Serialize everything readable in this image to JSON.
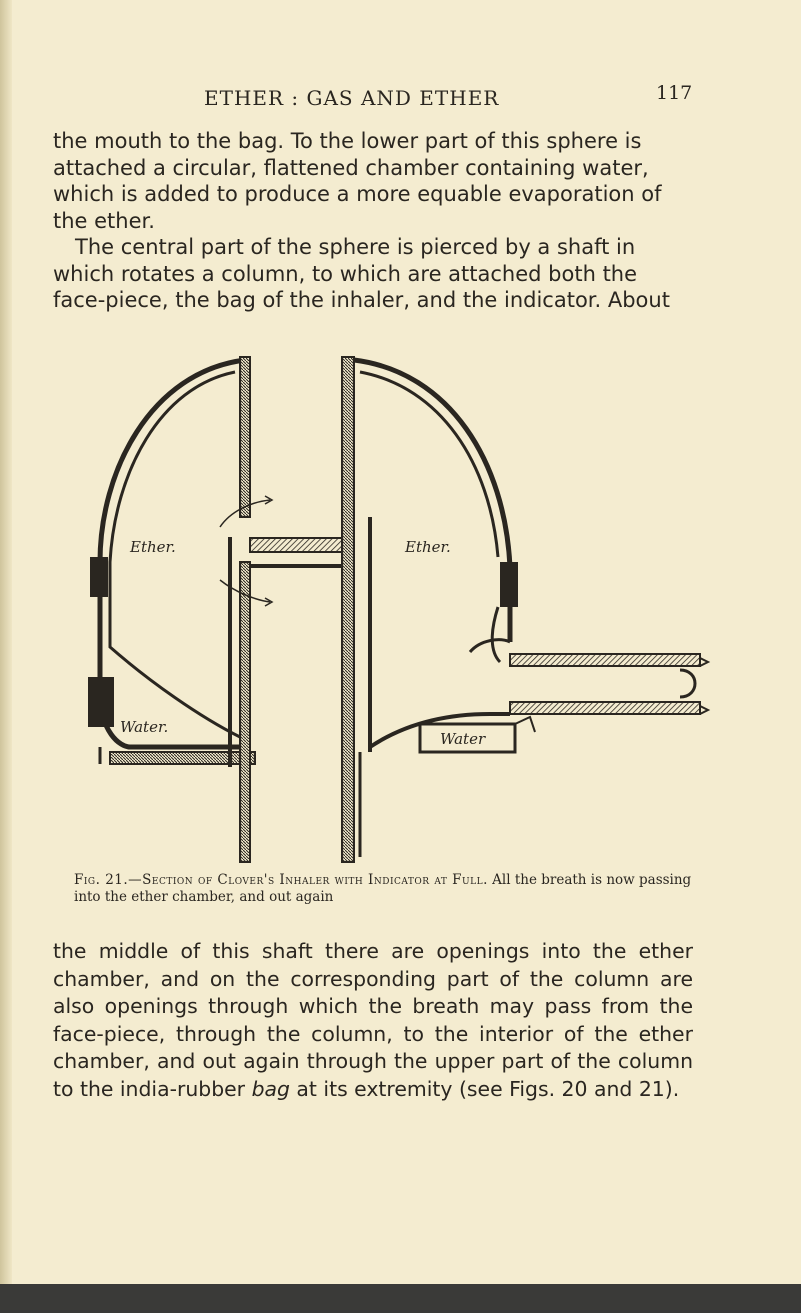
{
  "page": {
    "running_head": "ETHER : GAS AND ETHER",
    "page_number": "117"
  },
  "text_top": [
    "the mouth to the bag.  To the lower part of this sphere is attached a circular, flattened chamber containing water, which is added to produce a more equable evaporation of the ether.",
    "The central part of the sphere is pierced by a shaft in which rotates a column, to which are attached both the face-piece, the bag of the inhaler, and the indicator.  About"
  ],
  "figure": {
    "labels": {
      "ether_left": "Ether.",
      "ether_right": "Ether.",
      "water_left": "Water.",
      "water_right": "Water"
    },
    "caption_lead": "Fig. 21.—Section of Clover's Inhaler with Indicator at Full.",
    "caption_rest": "All the breath is now passing into the ether chamber, and out again"
  },
  "text_bottom_parts": {
    "before_em": "the middle of this shaft there are openings into the ether chamber, and on the corresponding part of the column are also openings through which the breath may pass from the face-piece, through the column, to the interior of the ether chamber, and out again through the upper part of the column to the india-rubber ",
    "em": "bag",
    "after_em": " at its extremity (see Figs. 20 and 21)."
  },
  "colors": {
    "paper": "#f4ecd0",
    "ink": "#2a2620",
    "bottom_band": "#3a3a38"
  }
}
